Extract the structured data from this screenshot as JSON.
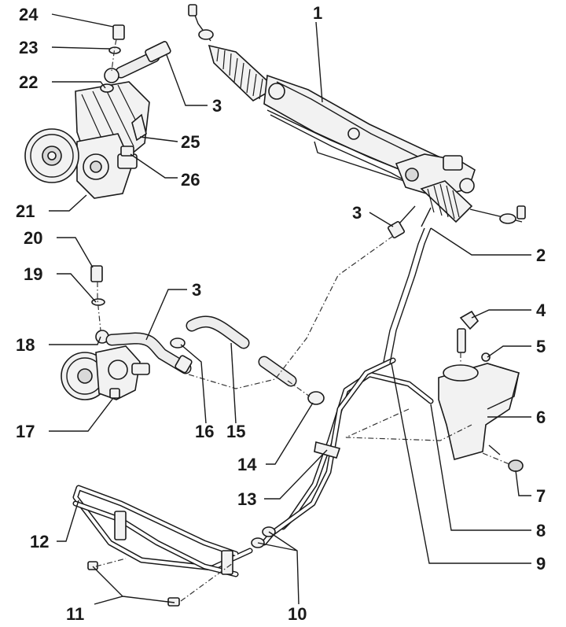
{
  "diagram": {
    "labels": [
      "1",
      "2",
      "3",
      "3",
      "3",
      "4",
      "5",
      "6",
      "7",
      "8",
      "9",
      "10",
      "11",
      "12",
      "13",
      "14",
      "15",
      "16",
      "17",
      "18",
      "19",
      "20",
      "21",
      "22",
      "23",
      "24",
      "25",
      "26"
    ],
    "colors": {
      "ink": "#1a1a1a",
      "paper": "#ffffff",
      "part_fill": "#f2f2f2",
      "shade": "#d9d9d9"
    }
  }
}
